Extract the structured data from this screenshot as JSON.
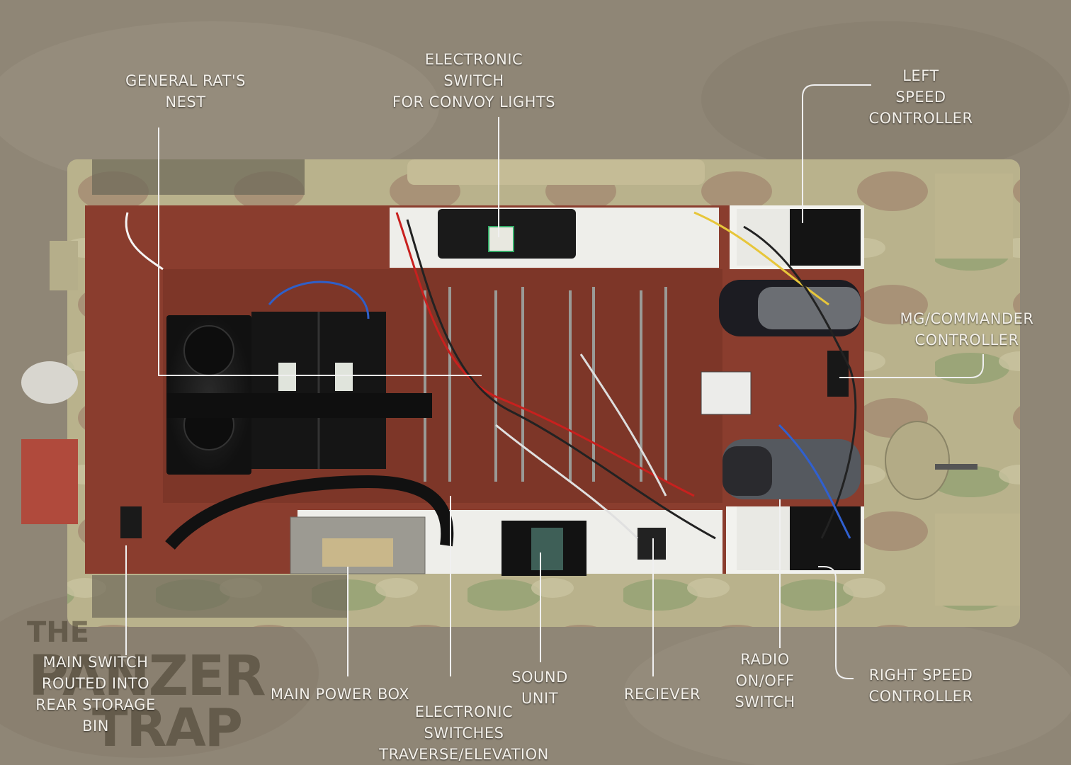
{
  "colors": {
    "floor": "#8f8676",
    "hull_camo": "#b7b08a",
    "interior_red": "#8a3d2e",
    "label_text": "#f3f0ea",
    "leader_line": "#f0f0f0"
  },
  "labels": {
    "rats_nest": [
      "GENERAL RAT'S",
      "NEST"
    ],
    "convoy_switch": [
      "ELECTRONIC",
      "SWITCH",
      "FOR CONVOY LIGHTS"
    ],
    "left_speed": [
      "LEFT",
      "SPEED",
      "CONTROLLER"
    ],
    "mg_commander": [
      "MG/COMMANDER",
      "CONTROLLER"
    ],
    "main_switch": [
      "MAIN SWITCH",
      "ROUTED INTO",
      "REAR STORAGE",
      "BIN"
    ],
    "main_power_box": [
      "MAIN POWER BOX"
    ],
    "electronic_switches": [
      "ELECTRONIC",
      "SWITCHES",
      "TRAVERSE/ELEVATION"
    ],
    "sound_unit": [
      "SOUND",
      "UNIT"
    ],
    "receiver": [
      "RECIEVER"
    ],
    "radio_switch": [
      "RADIO",
      "ON/OFF",
      "SWITCH"
    ],
    "right_speed": [
      "RIGHT SPEED",
      "CONTROLLER"
    ]
  },
  "watermark": {
    "line1": "THE",
    "line2": "PANZER",
    "line3": "TRAP"
  }
}
